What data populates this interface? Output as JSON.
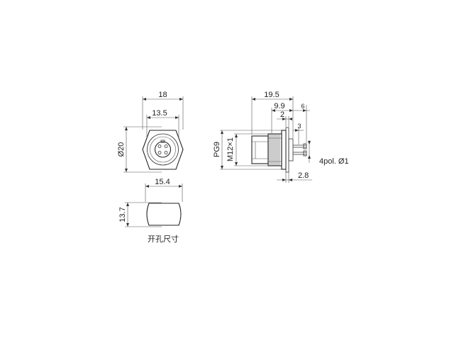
{
  "front_view": {
    "width_outer": "18",
    "width_inner": "13.5",
    "diameter": "Ø20"
  },
  "panel_cutout": {
    "width": "15.4",
    "height": "13.7",
    "caption": "开孔尺寸"
  },
  "side_view": {
    "length_total": "19.5",
    "length_thread": "9.9",
    "length_flange": "2",
    "length_pins": "6",
    "pin_offset": "3",
    "thread_pg": "PG9",
    "thread_metric": "M12×1",
    "pins_label": "4pol. Ø1",
    "panel_thickness": "2.8"
  }
}
